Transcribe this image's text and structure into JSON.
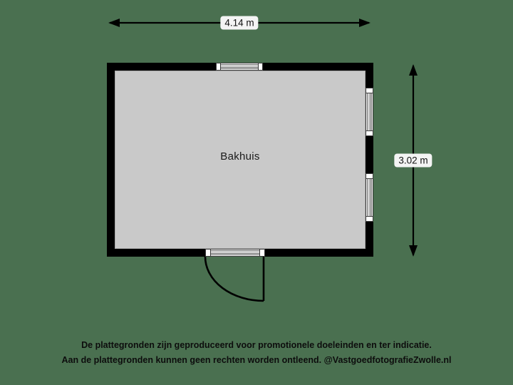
{
  "background_color": "#4a7050",
  "floorplan": {
    "room": {
      "label": "Bakhuis",
      "floor_color": "#c9c9c9",
      "wall_color": "#000000"
    },
    "dimensions": {
      "width_label": "4.14 m",
      "height_label": "3.02 m"
    },
    "openings": {
      "top_window": "window",
      "right_window_upper": "window",
      "right_window_lower": "window",
      "bottom_door": "door"
    }
  },
  "caption": {
    "line1": "De plattegronden zijn geproduceerd voor promotionele doeleinden en ter indicatie.",
    "line2": "Aan de plattegronden kunnen geen rechten worden ontleend. @VastgoedfotografieZwolle.nl"
  }
}
